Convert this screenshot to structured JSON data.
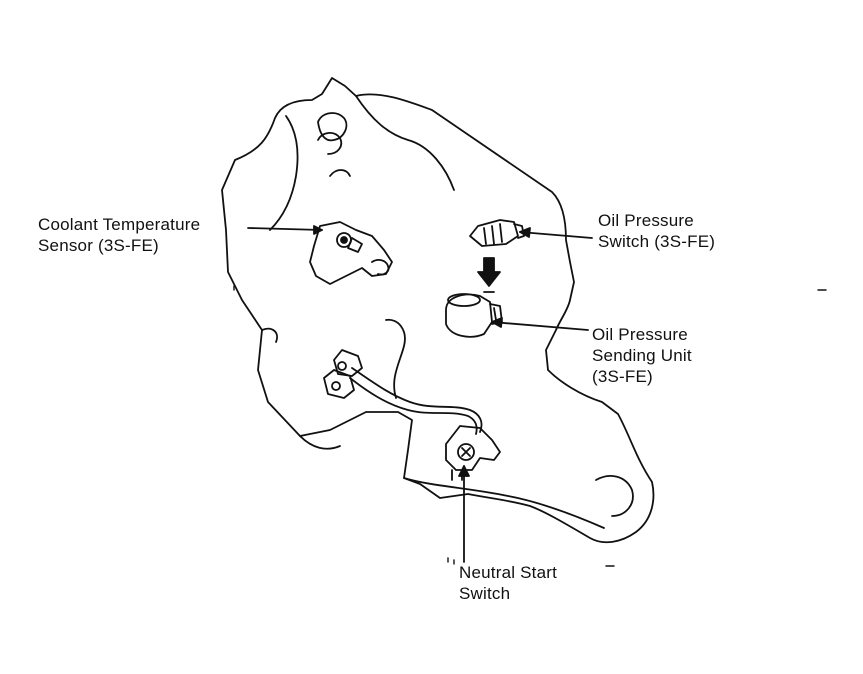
{
  "diagram": {
    "ink_color": "#111111",
    "background_color": "#ffffff"
  },
  "labels": {
    "coolant_sensor": [
      "Coolant Temperature",
      "Sensor (3S-FE)"
    ],
    "oil_pressure_switch": [
      "Oil Pressure",
      "Switch (3S-FE)"
    ],
    "oil_pressure_sending_unit": [
      "Oil Pressure",
      "Sending Unit",
      "(3S-FE)"
    ],
    "neutral_start_switch": [
      "Neutral Start",
      "Switch"
    ]
  }
}
